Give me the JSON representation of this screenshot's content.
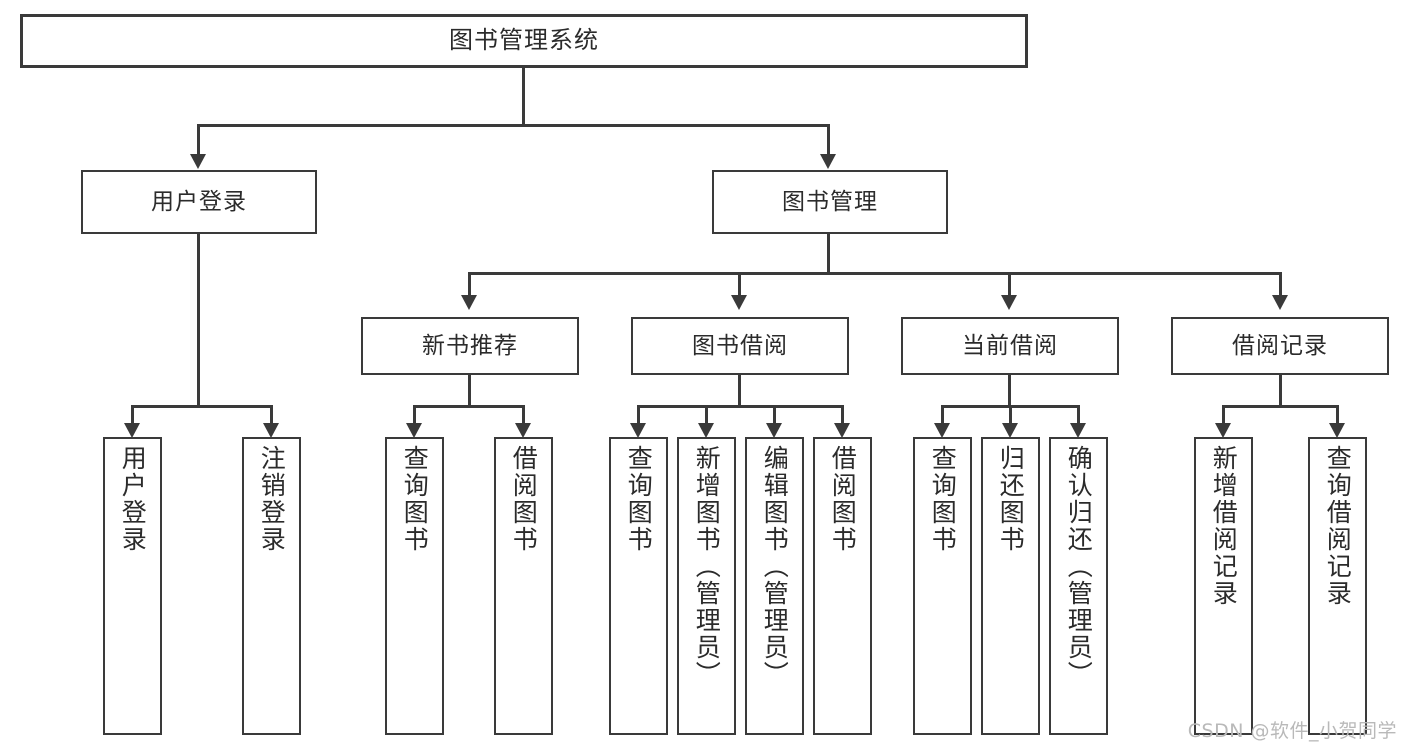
{
  "diagram": {
    "title": "图书管理系统",
    "type": "tree",
    "root": {
      "label": "图书管理系统"
    },
    "level2": [
      {
        "label": "用户登录"
      },
      {
        "label": "图书管理"
      }
    ],
    "level3": [
      {
        "label": "新书推荐"
      },
      {
        "label": "图书借阅"
      },
      {
        "label": "当前借阅"
      },
      {
        "label": "借阅记录"
      }
    ],
    "leaves": {
      "user_login": [
        {
          "label": "用户登录"
        },
        {
          "label": "注销登录"
        }
      ],
      "new_book_recommend": [
        {
          "label": "查询图书"
        },
        {
          "label": "借阅图书"
        }
      ],
      "book_borrow": [
        {
          "label": "查询图书"
        },
        {
          "label": "新增图书（管理员）"
        },
        {
          "label": "编辑图书（管理员）"
        },
        {
          "label": "借阅图书"
        }
      ],
      "current_borrow": [
        {
          "label": "查询图书"
        },
        {
          "label": "归还图书"
        },
        {
          "label": "确认归还（管理员）"
        }
      ],
      "borrow_record": [
        {
          "label": "新增借阅记录"
        },
        {
          "label": "查询借阅记录"
        }
      ]
    }
  },
  "watermark": {
    "text": "CSDN @软件_小贺同学"
  },
  "colors": {
    "stroke": "#3a3a3a",
    "fill": "#ffffff",
    "text": "#2b2b2b",
    "watermark": "#b9b9b9"
  }
}
